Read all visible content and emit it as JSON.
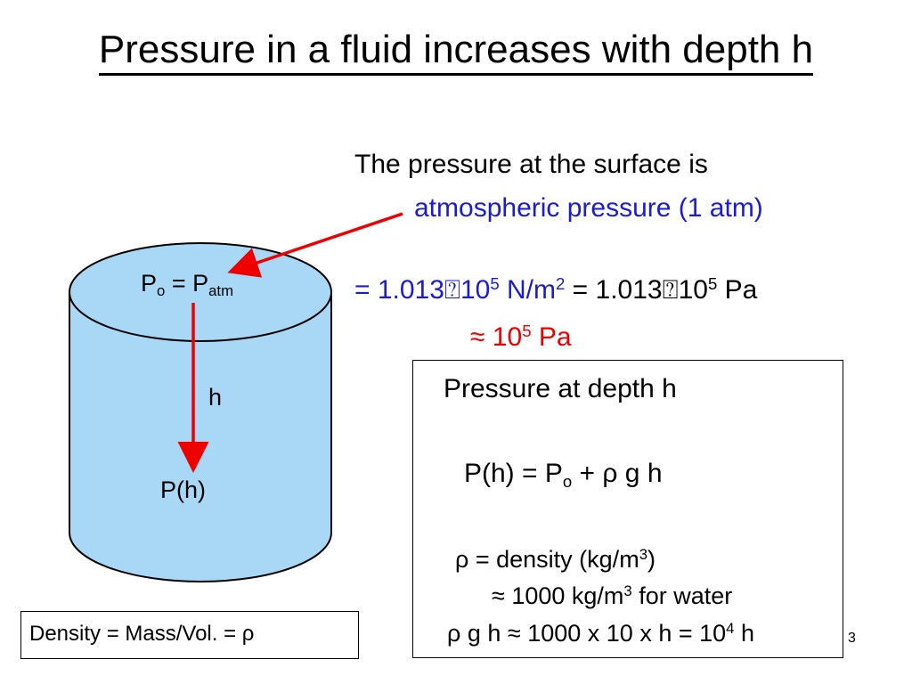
{
  "title": "Pressure in a fluid increases with depth h",
  "surface_text": {
    "line1": "The pressure at the surface is",
    "line2": "atmospheric pressure (1 atm)"
  },
  "atm_value": {
    "eq_prefix": "= 1.013",
    "times_glyph": "⍰",
    "ten": "10",
    "exp": "5",
    "unit_nm": " N/m",
    "unit_exp": "2",
    "eq_mid": " = 1.013",
    "ten2": "10",
    "exp2": "5",
    "unit_pa": " Pa"
  },
  "approx_line": {
    "approx": "≈",
    "ten": " 10",
    "exp": "5",
    "unit": " Pa"
  },
  "cylinder": {
    "po_label_p": "P",
    "po_label_sub": "o",
    "po_eq": " = P",
    "po_atm_sub": "atm",
    "h_label": "h",
    "ph_label": "P(h)"
  },
  "depth_box": {
    "heading": "Pressure at depth h",
    "formula_lhs": "P(h) = P",
    "formula_sub": "o",
    "formula_rhs": " + ρ g h",
    "density_line_pre": "ρ = density (kg/m",
    "density_exp": "3",
    "density_line_post": ")",
    "water_pre": "≈ 1000 kg/m",
    "water_exp": "3",
    "water_post": " for water",
    "rgh_pre": "ρ g h ≈ 1000 x 10 x h = 10",
    "rgh_exp": "4",
    "rgh_post": " h"
  },
  "density_def": "Density = Mass/Vol. = ρ",
  "slide_number": "3",
  "colors": {
    "water_fill": "#a9d8f6",
    "arrow": "#ee0000",
    "highlight_blue": "#1a1adc"
  }
}
